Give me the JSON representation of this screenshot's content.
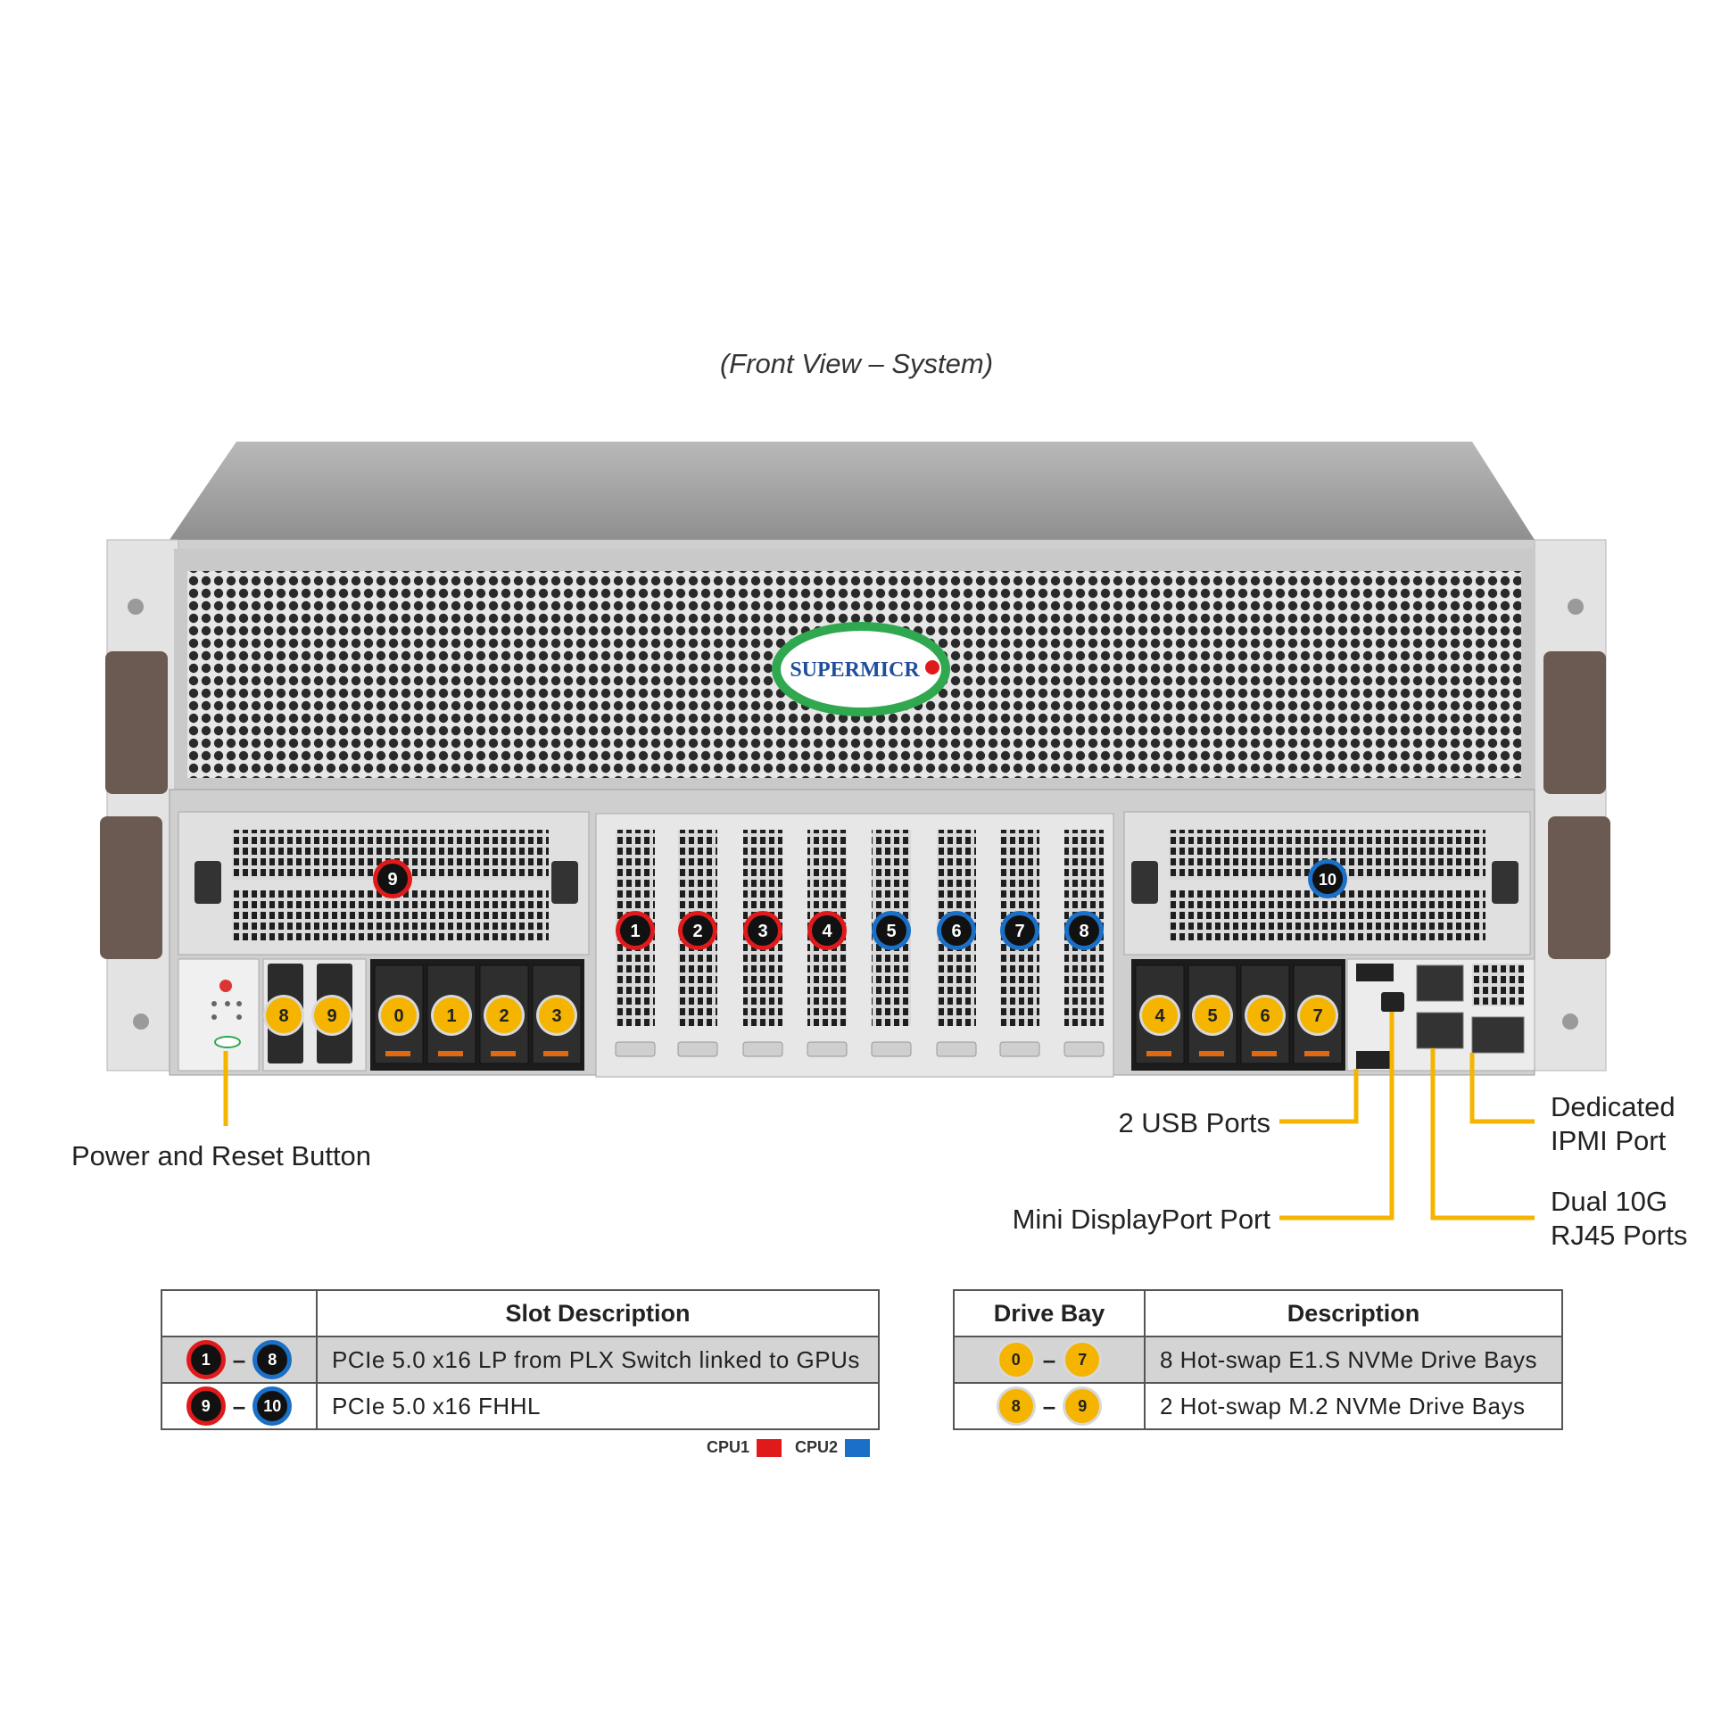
{
  "caption": "(Front View – System)",
  "logo_text": "SUPERMICR",
  "callouts": {
    "power_reset": "Power and Reset Button",
    "usb": "2 USB Ports",
    "mini_dp": "Mini DisplayPort Port",
    "ipmi_line1": "Dedicated",
    "ipmi_line2": "IPMI Port",
    "rj45_line1": "Dual 10G",
    "rj45_line2": "RJ45 Ports"
  },
  "slot_badges": {
    "cpu1_slots": [
      "1",
      "2",
      "3",
      "4"
    ],
    "cpu2_slots": [
      "5",
      "6",
      "7",
      "8"
    ],
    "left_riser": "9",
    "right_riser": "10"
  },
  "drive_badges": {
    "m2": [
      "8",
      "9"
    ],
    "left_bays": [
      "0",
      "1",
      "2",
      "3"
    ],
    "right_bays": [
      "4",
      "5",
      "6",
      "7"
    ]
  },
  "slot_table": {
    "header_blank": "",
    "header": "Slot Description",
    "rows": [
      {
        "from": "1",
        "to": "8",
        "desc": "PCIe 5.0 x16 LP from PLX Switch linked to GPUs"
      },
      {
        "from": "9",
        "to": "10",
        "desc": "PCIe 5.0 x16 FHHL"
      }
    ]
  },
  "drive_table": {
    "header_bay": "Drive Bay",
    "header_desc": "Description",
    "rows": [
      {
        "from": "0",
        "to": "7",
        "desc": "8 Hot-swap E1.S NVMe Drive Bays"
      },
      {
        "from": "8",
        "to": "9",
        "desc": "2 Hot-swap M.2 NVMe Drive Bays"
      }
    ]
  },
  "legend": {
    "cpu1": "CPU1",
    "cpu2": "CPU2",
    "cpu1_color": "#e01a1a",
    "cpu2_color": "#1a6fc6"
  },
  "colors": {
    "callout_line": "#f4b400",
    "badge_gold": "#f4b400"
  }
}
